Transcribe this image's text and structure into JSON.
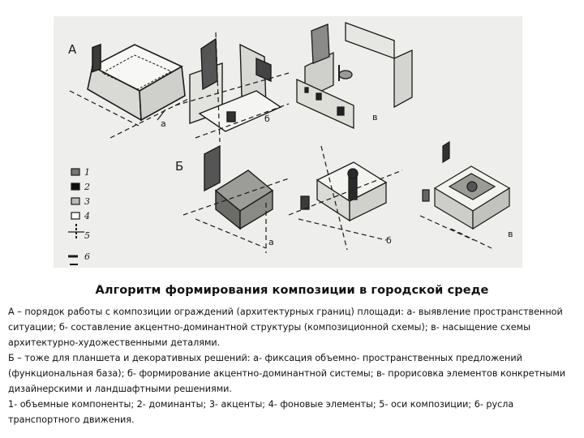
{
  "figure": {
    "label_a": "А",
    "label_b": "Б",
    "sub_a": "а",
    "sub_b": "б",
    "sub_v": "в",
    "legend_numbers": [
      "1",
      "2",
      "3",
      "4",
      "5",
      "6"
    ]
  },
  "caption": {
    "title": "Алгоритм формирования композиции в городской среде",
    "para_a": "А – порядок работы с композиции ограждений (архитектурных границ) площади: а- выявление пространственной ситуации; б- составление акцентно-доминантной структуры (композиционной схемы); в- насыщение схемы архитектурно-художественными деталями.",
    "para_b": "Б – тоже для планшета и декоративных решений: а- фиксация объемно- пространственных предложений (функциональная база); б- формирование акцентно-доминантной системы; в- прорисовка элементов конкретными дизайнерскими и ландшафтными решениями.",
    "para_legend": "1- объемные компоненты; 2- доминанты; 3- акценты; 4- фоновые элементы; 5- оси композиции; 6- русла транспортного движения."
  }
}
